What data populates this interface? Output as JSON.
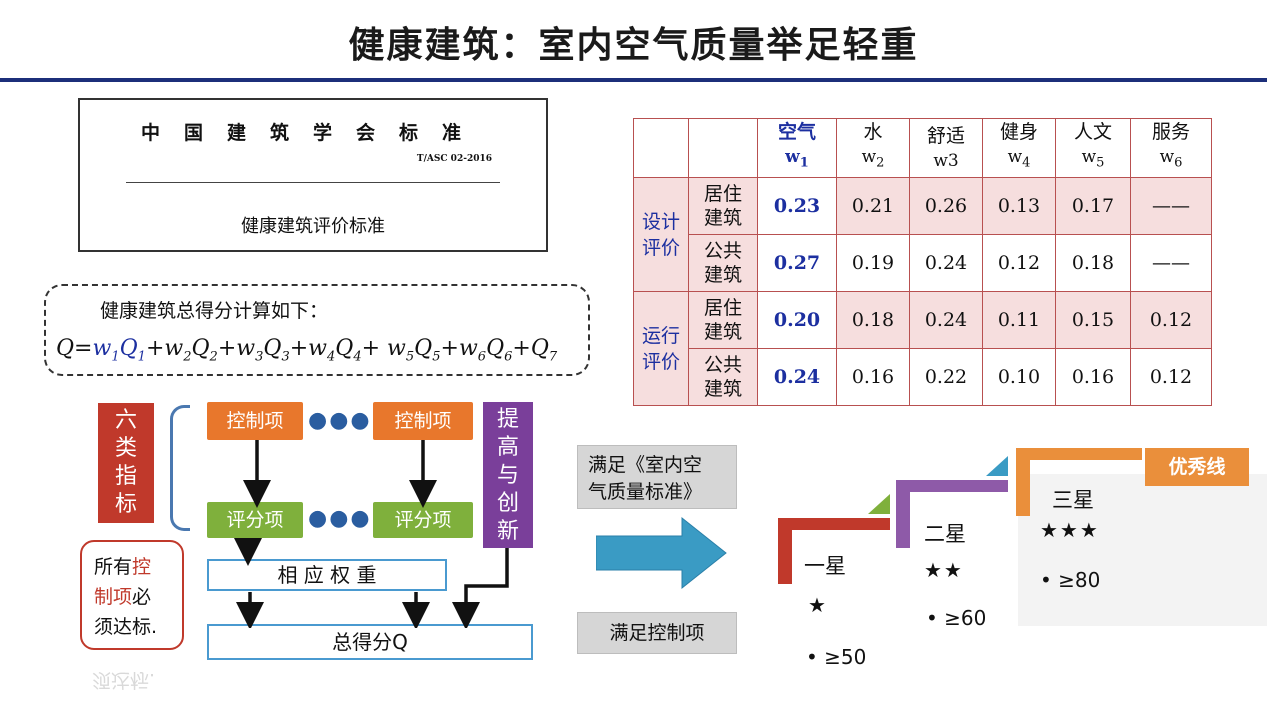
{
  "title": "健康建筑：室内空气质量举足轻重",
  "standard": {
    "org": "中国建筑学会标准",
    "code": "T/ASC 02-2016",
    "name": "健康建筑评价标准"
  },
  "formula": {
    "intro": "健康建筑总得分计算如下："
  },
  "weights_table": {
    "headers": [
      {
        "name": "空气",
        "sym": "w",
        "sub": "1",
        "highlight": true
      },
      {
        "name": "水",
        "sym": "w",
        "sub": "2"
      },
      {
        "name": "舒适",
        "sym": "w3",
        "sub": ""
      },
      {
        "name": "健身",
        "sym": "w",
        "sub": "4"
      },
      {
        "name": "人文",
        "sym": "w",
        "sub": "5"
      },
      {
        "name": "服务",
        "sym": "w",
        "sub": "6"
      }
    ],
    "groups": [
      {
        "label1": "设计",
        "label2": "评价",
        "rows": [
          {
            "type1": "居住",
            "type2": "建筑",
            "values": [
              "0.23",
              "0.21",
              "0.26",
              "0.13",
              "0.17",
              "——"
            ]
          },
          {
            "type1": "公共",
            "type2": "建筑",
            "values": [
              "0.27",
              "0.19",
              "0.24",
              "0.12",
              "0.18",
              "——"
            ]
          }
        ]
      },
      {
        "label1": "运行",
        "label2": "评价",
        "rows": [
          {
            "type1": "居住",
            "type2": "建筑",
            "values": [
              "0.20",
              "0.18",
              "0.24",
              "0.11",
              "0.15",
              "0.12"
            ]
          },
          {
            "type1": "公共",
            "type2": "建筑",
            "values": [
              "0.24",
              "0.16",
              "0.22",
              "0.10",
              "0.16",
              "0.12"
            ]
          }
        ]
      }
    ]
  },
  "flow": {
    "six_categories": [
      "六",
      "类",
      "指",
      "标"
    ],
    "control_item": "控制项",
    "score_item": "评分项",
    "improve": [
      "提",
      "高",
      "与",
      "创",
      "新"
    ],
    "weights": "相 应 权 重",
    "total": "总得分Q",
    "must": {
      "line1a": "所有",
      "line1b": "控",
      "line2a": "制项",
      "line2b": "必",
      "line3": "须达标."
    }
  },
  "middle": {
    "satisfy_std_line1": "满足《室内空",
    "satisfy_std_line2": "气质量标准》",
    "satisfy_ctrl": "满足控制项"
  },
  "rating": {
    "excellent_line": "优秀线",
    "levels": [
      {
        "name": "一星",
        "stars": "★",
        "req": "• ≥50",
        "color": "#c0392b"
      },
      {
        "name": "二星",
        "stars": "★★",
        "req": "• ≥60",
        "color": "#8e5aa8"
      },
      {
        "name": "三星",
        "stars": "★★★",
        "req": "• ≥80",
        "color": "#ea8f3b"
      }
    ]
  },
  "colors": {
    "title_rule": "#1c2f7a",
    "accent_blue": "#1c2fa0",
    "orange": "#e8772c",
    "green": "#7fb03c",
    "purple": "#7a3f9a",
    "red": "#c0392b",
    "arrow_teal": "#3a9bc4"
  }
}
